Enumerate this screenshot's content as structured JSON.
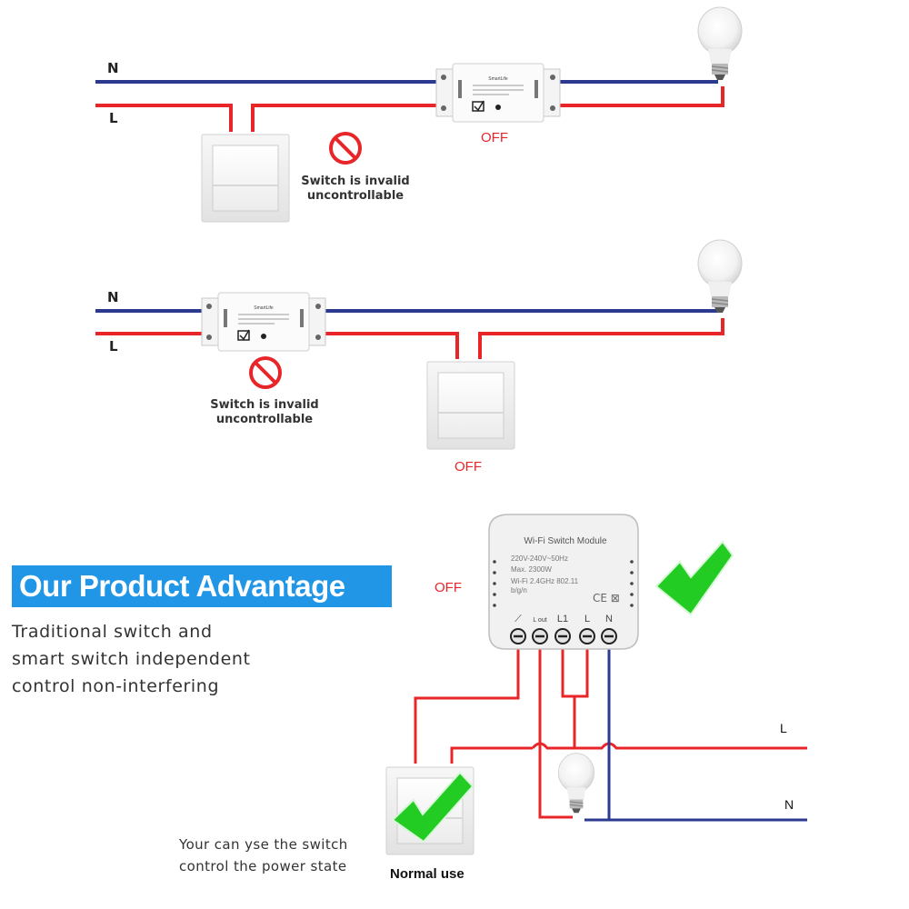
{
  "colors": {
    "neutral_wire": "#2b3a8f",
    "live_wire": "#e8262a",
    "accent_blue": "#2196e6",
    "check_green": "#22cc22"
  },
  "diagram1": {
    "n_label": "N",
    "l_label": "L",
    "relay_brand": "SmartLife",
    "status": "OFF",
    "warning": [
      "Switch is invalid",
      "uncontrollable"
    ]
  },
  "diagram2": {
    "n_label": "N",
    "l_label": "L",
    "relay_brand": "SmartLife",
    "status": "OFF",
    "warning": [
      "Switch is invalid",
      "uncontrollable"
    ]
  },
  "diagram3": {
    "module_title": "Wi-Fi  Switch  Module",
    "module_specs": [
      "220V-240V~50Hz",
      "Max. 2300W",
      "Wi-Fi 2.4GHz 802.11",
      "b/g/n"
    ],
    "cert_marks": "CE ⊠",
    "terminals": [
      "⟋",
      "L out",
      "L1",
      "L",
      "N"
    ],
    "status": "OFF",
    "l_label": "L",
    "n_label": "N",
    "normal_use": "Normal use"
  },
  "advantage": {
    "title": "Our Product Advantage",
    "description": [
      "Traditional switch and",
      "smart switch independent",
      "control non-interfering"
    ]
  },
  "usage_note": [
    "Your can yse the switch",
    "control the power state"
  ]
}
